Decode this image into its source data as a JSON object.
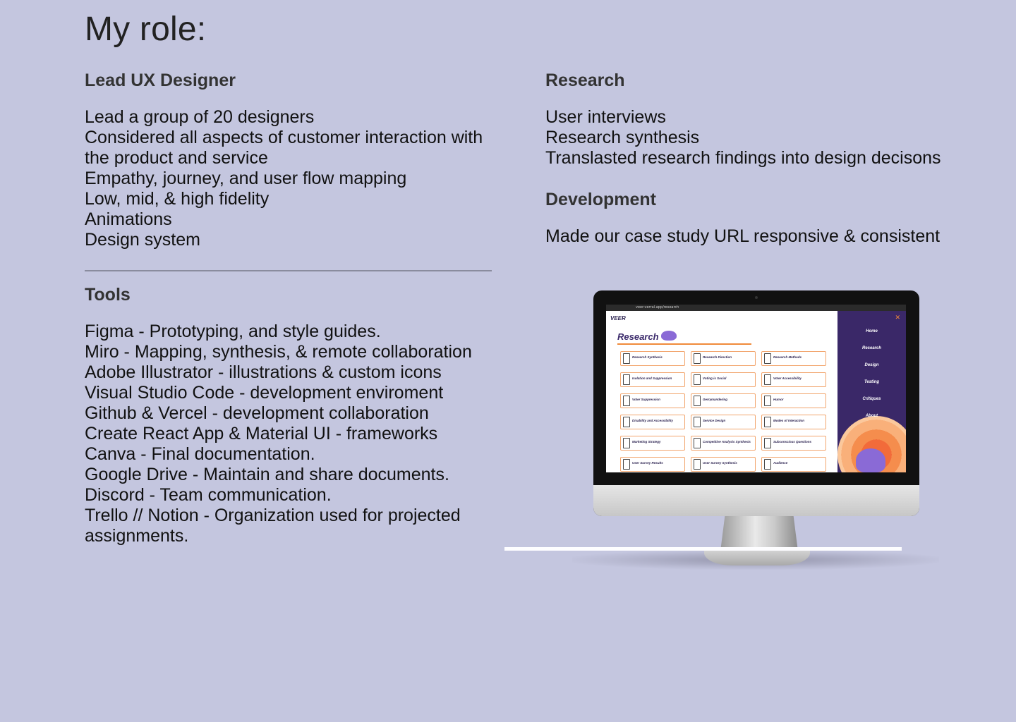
{
  "page_title": "My role:",
  "left": {
    "lead": {
      "title": "Lead UX Designer",
      "items": [
        "Lead a group of 20 designers",
        "Considered all aspects of customer interaction with",
        "the product and service",
        "Empathy, journey, and user flow mapping",
        "Low, mid, & high fidelity",
        "Animations",
        "Design system"
      ]
    },
    "tools": {
      "title": "Tools",
      "items": [
        "Figma - Prototyping, and style guides.",
        "Miro - Mapping, synthesis, & remote collaboration",
        "Adobe Illustrator - illustrations & custom icons",
        "Visual Studio Code - development enviroment",
        "Github & Vercel - development collaboration",
        "Create React App & Material UI - frameworks",
        "Canva - Final documentation.",
        "Google Drive - Maintain and share documents.",
        "Discord - Team communication.",
        "Trello // Notion - Organization used for projected",
        "assignments."
      ]
    }
  },
  "right": {
    "research": {
      "title": "Research",
      "items": [
        "User interviews",
        "Research synthesis",
        "Translasted research findings into design decisons"
      ]
    },
    "development": {
      "title": "Development",
      "items": [
        "Made our case study URL responsive & consistent"
      ]
    }
  },
  "mockup": {
    "url": "veer-verral.app/research",
    "site_logo": "VEER",
    "heading": "Research",
    "cards": [
      "Research Synthesis",
      "Research Direction",
      "Research Methods",
      "Isolation and Suppression",
      "Voting is Social",
      "Voter Accessibility",
      "Voter Suppression",
      "Gerrymandering",
      "Humor",
      "Disability and Accessibility",
      "Service Design",
      "Modes of Interaction",
      "Marketing Strategy",
      "Competitive Analysis Synthesis",
      "Subconscious Questions",
      "User Survey Results",
      "User Survey Synthesis",
      "Audience"
    ],
    "menu": [
      "Home",
      "Research",
      "Design",
      "Testing",
      "Critiques",
      "About"
    ],
    "colors": {
      "menu_bg": "#3a2868",
      "accent": "#f08a3a",
      "page_bg": "#c4c6df"
    }
  }
}
